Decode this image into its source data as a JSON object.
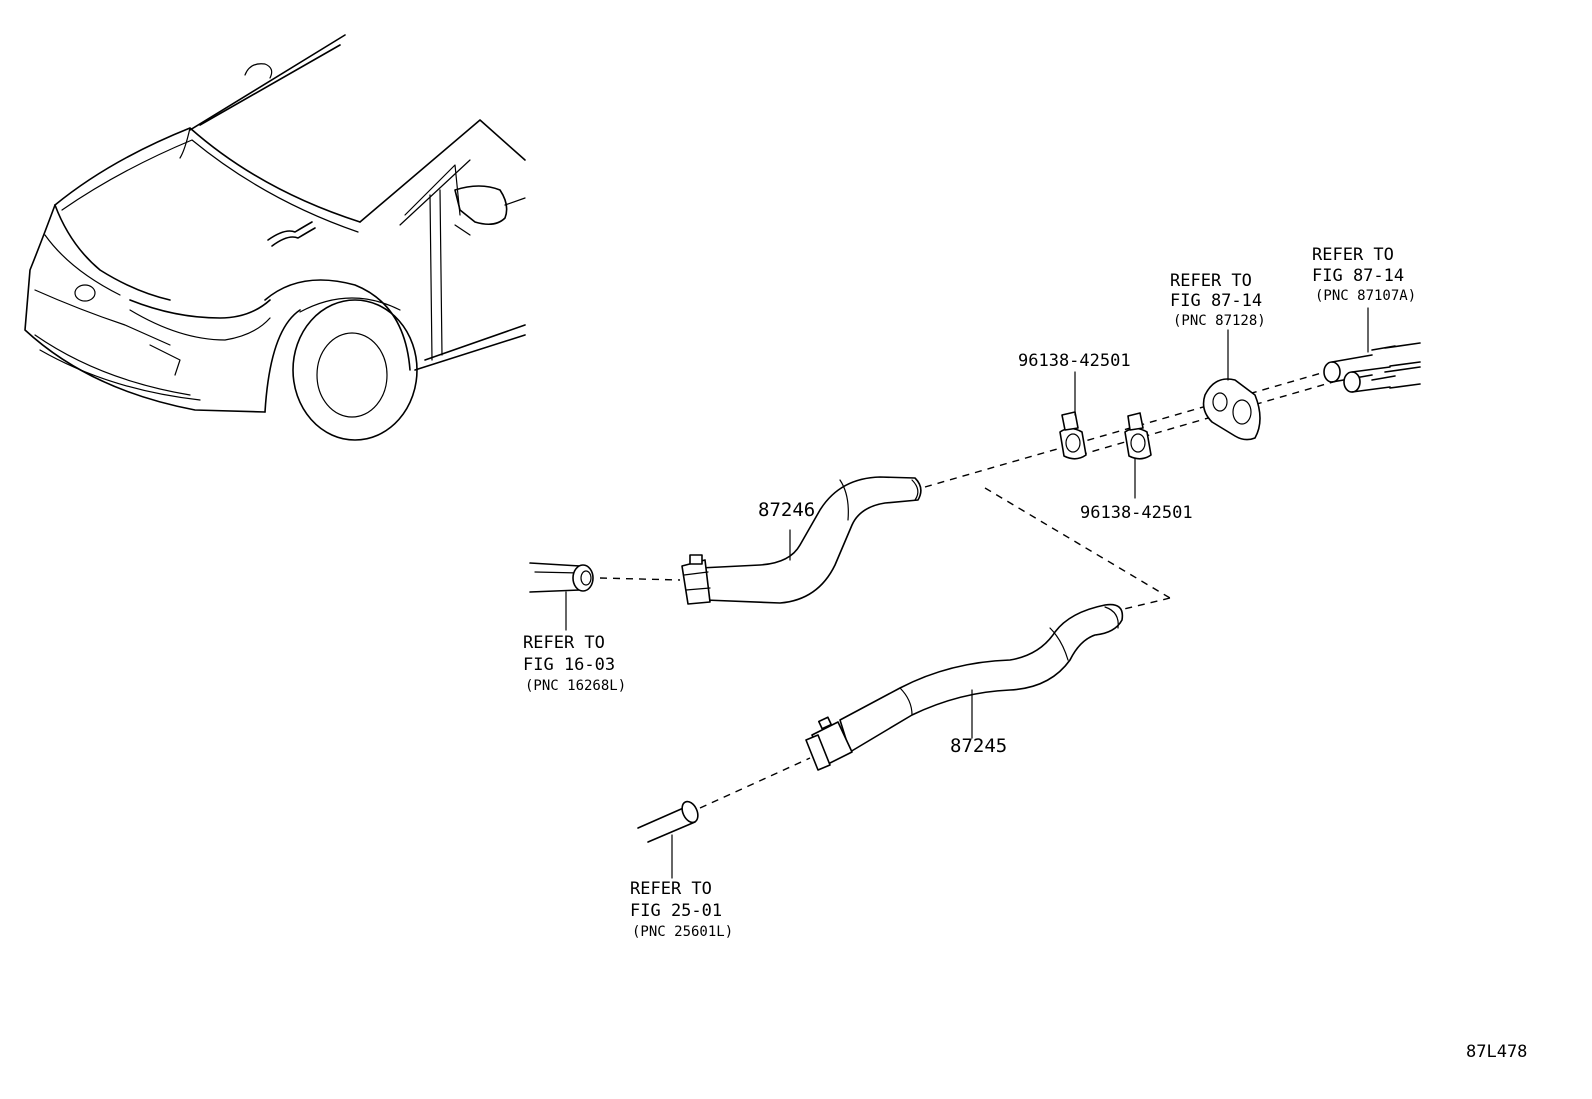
{
  "callouts": {
    "c87246": "87246",
    "c87245": "87245",
    "clip_top": "96138-42501",
    "clip_bottom": "96138-42501"
  },
  "refs": {
    "r16": {
      "line1": "REFER TO",
      "line2": "FIG 16-03",
      "line3": "(PNC 16268L)"
    },
    "r25": {
      "line1": "REFER TO",
      "line2": "FIG 25-01",
      "line3": "(PNC 25601L)"
    },
    "r87128": {
      "line1": "REFER TO",
      "line2": "FIG 87-14",
      "line3": "(PNC 87128)"
    },
    "r87107": {
      "line1": "REFER TO",
      "line2": "FIG 87-14",
      "line3": "(PNC 87107A)"
    }
  },
  "diagram_code": "87L478"
}
